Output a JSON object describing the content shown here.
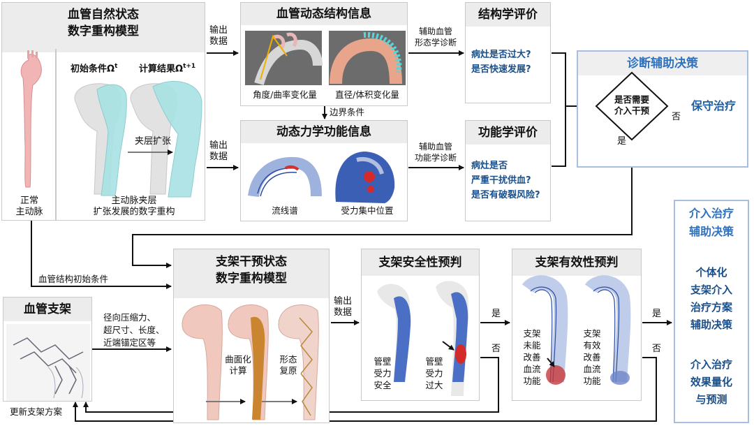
{
  "box1": {
    "title_line1": "血管自然状态",
    "title_line2": "数字重构模型",
    "label_normal_line1": "正常",
    "label_normal_line2": "主动脉",
    "label_initial": "初始条件Ω",
    "label_initial_sup": "t",
    "label_result": "计算结果Ω",
    "label_result_sup": "t+1",
    "label_dissection": "夹层扩张",
    "label_model_line1": "主动脉夹层",
    "label_model_line2": "扩张发展的数字重构"
  },
  "box2": {
    "title": "血管动态结构信息",
    "caption_left": "角度/曲率变化量",
    "caption_right": "直径/体积变化量"
  },
  "box3": {
    "title": "动态力学功能信息",
    "caption_left": "流线谱",
    "caption_right": "受力集中位置"
  },
  "box4": {
    "title": "结构学评价",
    "q1": "病灶是否过大?",
    "q2": "是否快速发展?"
  },
  "box5": {
    "title": "功能学评价",
    "q1": "病灶是否",
    "q2": "严重干扰供血?",
    "q3": "是否有破裂风险?"
  },
  "box6": {
    "title": "诊断辅助决策",
    "decision_line1": "是否需要",
    "decision_line2": "介入干预",
    "conservative": "保守治疗",
    "no": "否",
    "yes": "是"
  },
  "box7": {
    "line1": "介入治疗",
    "line2": "辅助决策",
    "line3": "个体化",
    "line4": "支架介入",
    "line5": "治疗方案",
    "line6": "辅助决策",
    "line7": "介入治疗",
    "line8": "效果量化",
    "line9": "与预测"
  },
  "box8": {
    "title_line1": "支架干预状态",
    "title_line2": "数字重构模型",
    "step1_line1": "曲面化",
    "step1_line2": "计算",
    "step2_line1": "形态",
    "step2_line2": "复原"
  },
  "box9": {
    "title": "血管支架"
  },
  "box10": {
    "title": "支架安全性预判",
    "left_line1": "管壁",
    "left_line2": "受力",
    "left_line3": "安全",
    "right_line1": "管壁",
    "right_line2": "受力",
    "right_line3": "过大"
  },
  "box11": {
    "title": "支架有效性预判",
    "left_line1": "支架",
    "left_line2": "未能",
    "left_line3": "改善",
    "left_line4": "血流",
    "left_line5": "功能",
    "right_line1": "支架",
    "right_line2": "有效",
    "right_line3": "改善",
    "right_line4": "血流",
    "right_line5": "功能"
  },
  "arrows": {
    "output_data_1_line1": "输出",
    "output_data_1_line2": "数据",
    "output_data_2_line1": "输出",
    "output_data_2_line2": "数据",
    "output_data_3_line1": "输出",
    "output_data_3_line2": "数据",
    "aux_struct_line1": "辅助血管",
    "aux_struct_line2": "形态学诊断",
    "aux_func_line1": "辅助血管",
    "aux_func_line2": "功能学诊断",
    "boundary": "边界条件",
    "initial_structure": "血管结构初始条件",
    "stent_params_line1": "径向压缩力、",
    "stent_params_line2": "超尺寸、长度、",
    "stent_params_line3": "近端锚定区等",
    "yes_1": "是",
    "no_1": "否",
    "yes_2": "是",
    "no_2": "否",
    "update_plan": "更新支架方案"
  }
}
